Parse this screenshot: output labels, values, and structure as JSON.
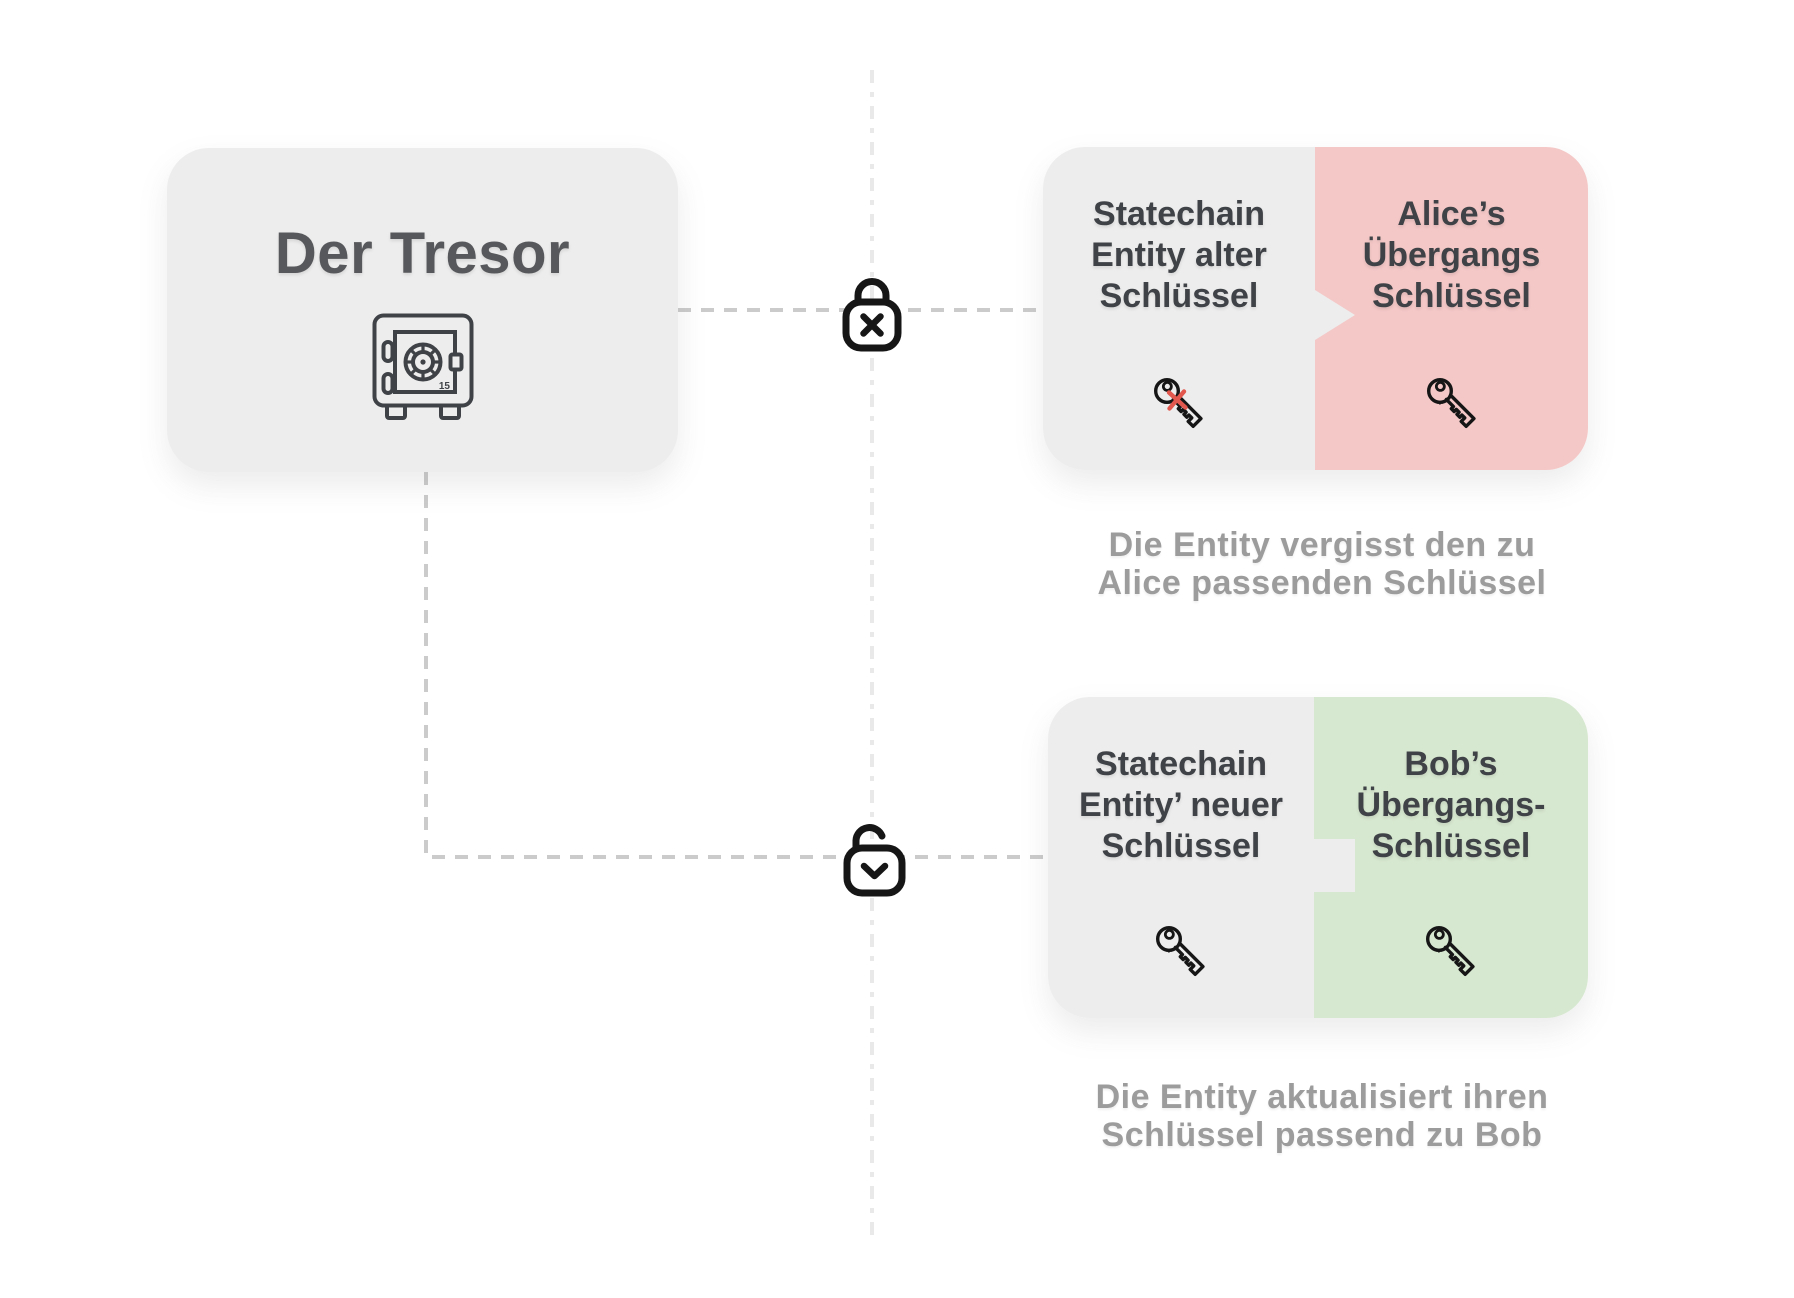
{
  "vault": {
    "title": "Der Tresor",
    "safe_dial_number": "15"
  },
  "forget_card": {
    "entity_lines": [
      "Statechain",
      "Entity alter",
      "Schlüssel"
    ],
    "alice_lines": [
      "Alice’s",
      "Übergangs",
      "Schlüssel"
    ]
  },
  "forget_caption": [
    "Die Entity vergisst den zu",
    "Alice passenden Schlüssel"
  ],
  "update_card": {
    "entity_lines": [
      "Statechain",
      "Entity’ neuer",
      "Schlüssel"
    ],
    "bob_lines": [
      "Bob’s",
      "Übergangs-",
      "Schlüssel"
    ]
  },
  "update_caption": [
    "Die Entity aktualisiert ihren",
    "Schlüssel passend zu Bob"
  ],
  "icons": {
    "safe": "safe-icon",
    "old_key": "key-with-red-cross-icon",
    "alice_key": "key-icon",
    "new_key": "key-icon",
    "bob_key": "key-icon",
    "locked": "locked-padlock-cross-icon",
    "unlocked": "unlocked-padlock-check-icon"
  },
  "colors": {
    "background": "#ffffff",
    "card_gray": "#ededed",
    "alice_pink": "#f4c8c7",
    "bob_green": "#d7e8d0",
    "text_dark": "#3f4246",
    "title_gray": "#57585b",
    "caption_gray": "#9c9c9c",
    "cross_red": "#e2574e",
    "connector_gray": "#cbcbcb",
    "center_line_gray": "#e9e9e9",
    "icon_ink": "#161616"
  }
}
